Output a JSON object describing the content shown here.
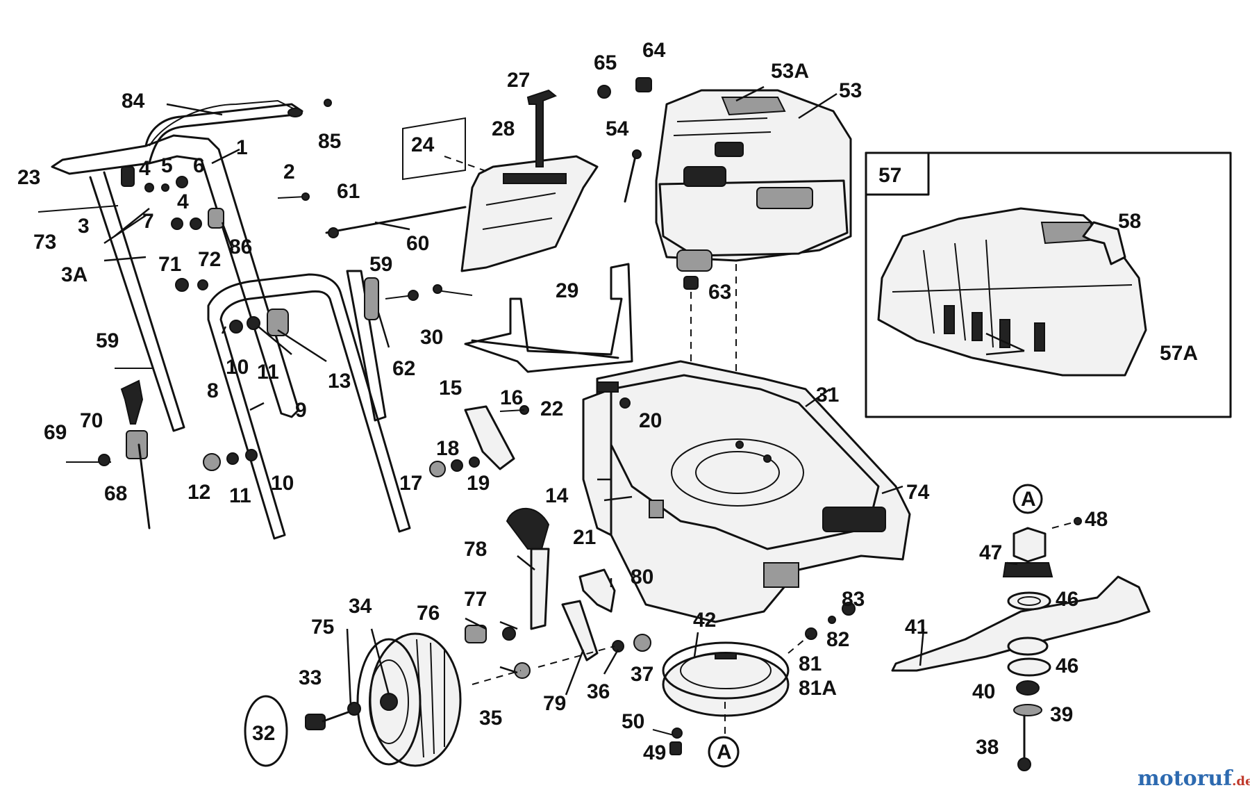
{
  "watermark": {
    "brand": "motoruf",
    "suffix": ".de",
    "color_brand": "#2d6ab0",
    "color_suffix": "#c0392b"
  },
  "inset_label": "57",
  "callouts": [
    "84",
    "85",
    "1",
    "2",
    "23",
    "4",
    "5",
    "6",
    "73",
    "3",
    "4",
    "7",
    "3A",
    "71",
    "72",
    "86",
    "61",
    "60",
    "59",
    "59",
    "10",
    "11",
    "13",
    "62",
    "8",
    "9",
    "69",
    "70",
    "68",
    "12",
    "11",
    "10",
    "24",
    "28",
    "27",
    "65",
    "64",
    "53A",
    "53",
    "54",
    "29",
    "30",
    "63",
    "15",
    "16",
    "22",
    "20",
    "31",
    "18",
    "17",
    "19",
    "14",
    "21",
    "74",
    "58",
    "57A",
    "78",
    "80",
    "77",
    "76",
    "75",
    "34",
    "33",
    "32",
    "35",
    "79",
    "36",
    "37",
    "42",
    "81",
    "81A",
    "82",
    "83",
    "50",
    "49",
    "A",
    "A",
    "48",
    "47",
    "46",
    "46",
    "41",
    "40",
    "39",
    "38"
  ]
}
